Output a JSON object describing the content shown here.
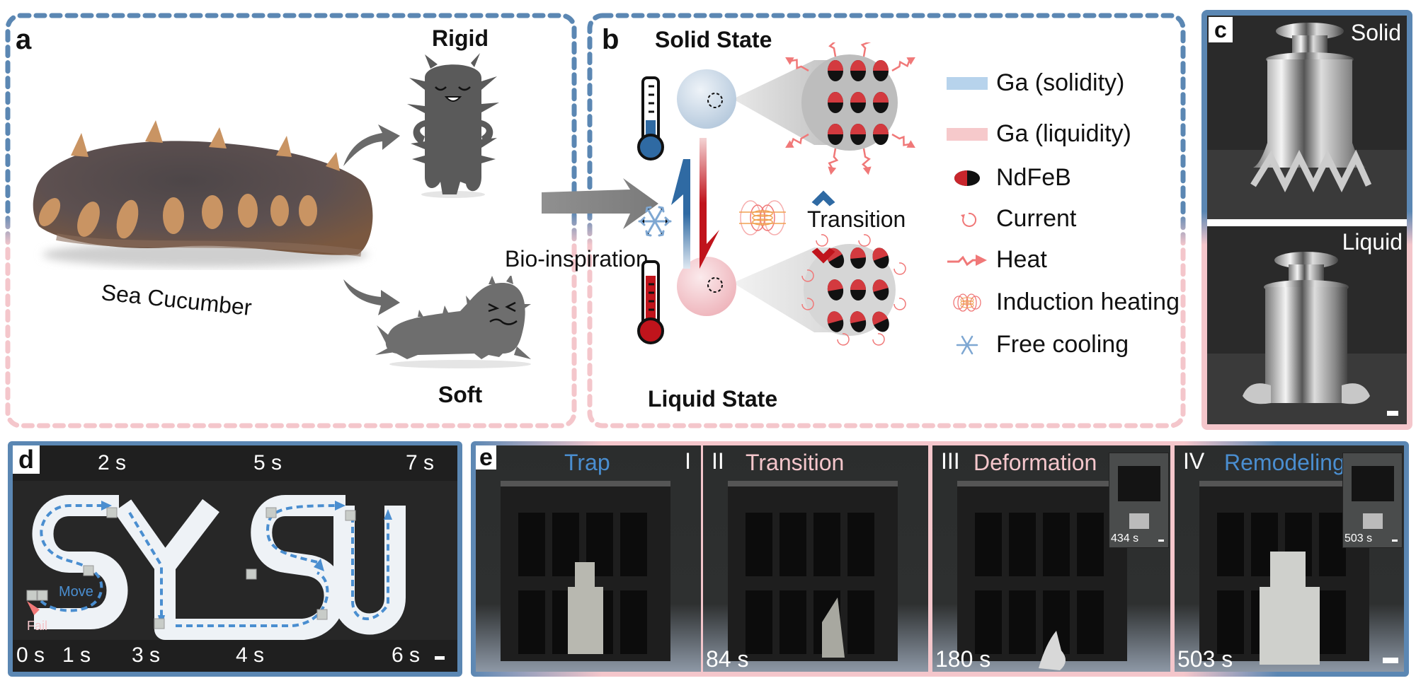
{
  "colors": {
    "solid_blue": "#5b87b3",
    "liquid_pink": "#f4c6cb",
    "arrow_blue": "#2f6aa3",
    "arrow_red": "#c0141c",
    "heat": "#f07878",
    "cartoon_gray": "#5f5f5f",
    "photo_bg": "#262626"
  },
  "panel_a": {
    "letter": "a",
    "sea_cucumber_label": "Sea Cucumber",
    "rigid_label": "Rigid",
    "soft_label": "Soft",
    "bio_inspiration_label": "Bio-inspiration"
  },
  "panel_b": {
    "letter": "b",
    "solid_state_label": "Solid State",
    "liquid_state_label": "Liquid State",
    "transition_label": "Transition",
    "legend": [
      {
        "icon": "ga-solidity-swatch",
        "label": "Ga (solidity)"
      },
      {
        "icon": "ga-liquidity-swatch",
        "label": "Ga (liquidity)"
      },
      {
        "icon": "ndfeb-icon",
        "label": "NdFeB"
      },
      {
        "icon": "current-icon",
        "label": "Current"
      },
      {
        "icon": "heat-icon",
        "label": "Heat"
      },
      {
        "icon": "induction-heating-icon",
        "label": "Induction heating"
      },
      {
        "icon": "snowflake-icon",
        "label": "Free cooling"
      }
    ]
  },
  "panel_c": {
    "letter": "c",
    "top_label": "Solid",
    "bottom_label": "Liquid"
  },
  "panel_d": {
    "letter": "d",
    "word": "SYSU",
    "top_times": [
      "2 s",
      "5 s",
      "7 s"
    ],
    "bottom_times": [
      "0 s",
      "1 s",
      "3 s",
      "4 s",
      "6 s"
    ],
    "move_label": "Move",
    "fail_label": "Fail"
  },
  "panel_e": {
    "letter": "e",
    "frames": [
      {
        "numeral": "I",
        "title": "Trap",
        "time": "",
        "inset_time": ""
      },
      {
        "numeral": "II",
        "title": "Transition",
        "time": "84 s",
        "inset_time": ""
      },
      {
        "numeral": "III",
        "title": "Deformation",
        "time": "180 s",
        "inset_time": "434 s"
      },
      {
        "numeral": "IV",
        "title": "Remodeling",
        "time": "503 s",
        "inset_time": "503 s"
      }
    ]
  }
}
